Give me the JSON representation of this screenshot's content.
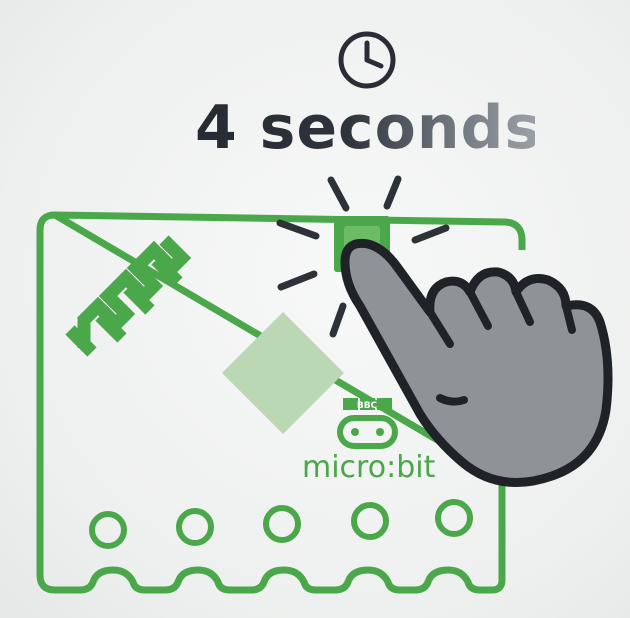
{
  "instruction": {
    "duration_label": "4 seconds"
  },
  "board": {
    "brand_badge": "BBC",
    "brand_name": "micro:bit"
  },
  "colors": {
    "board_green": "#4aa74a",
    "pale_green": "#b9d8b3",
    "ink": "#2a2d35",
    "hand_fill": "#8f9397",
    "hand_outline": "#1f2328",
    "paper": "#f3f4f4"
  },
  "icons": [
    "clock-icon",
    "press-lines-icon",
    "pointing-hand-icon",
    "microbit-logo-icon",
    "radio-wave-icon"
  ]
}
